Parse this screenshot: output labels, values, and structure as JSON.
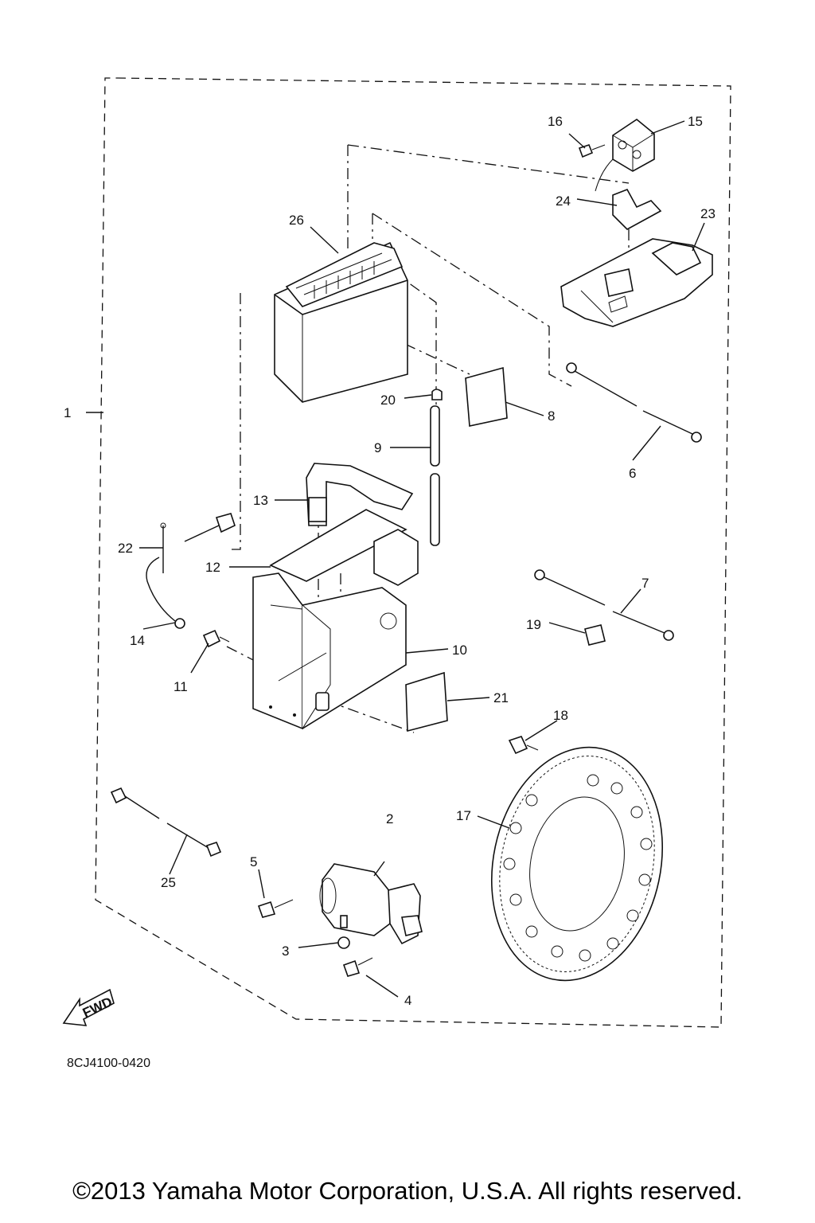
{
  "diagram": {
    "callouts": [
      "1",
      "2",
      "3",
      "4",
      "5",
      "6",
      "7",
      "8",
      "9",
      "10",
      "11",
      "12",
      "13",
      "14",
      "15",
      "16",
      "17",
      "18",
      "19",
      "20",
      "21",
      "22",
      "23",
      "24",
      "25",
      "26"
    ],
    "fwd_label": "FWD",
    "drawing_code": "8CJ4100-0420"
  },
  "footer": {
    "copyright": "©2013 Yamaha Motor Corporation, U.S.A. All rights reserved."
  }
}
